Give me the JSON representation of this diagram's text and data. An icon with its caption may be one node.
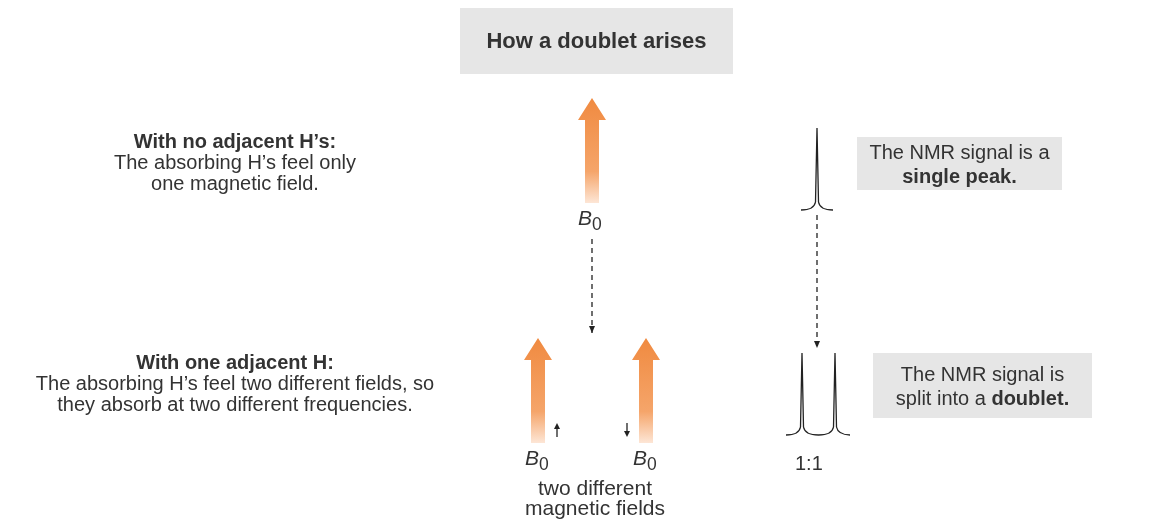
{
  "diagram": {
    "nodes": [
      {
        "text": [
          "How a doublet arises"
        ]
      },
      {
        "text": [
          "*B*$_{0}$"
        ]
      },
      {
        "text": [],
        "shape": "picture"
      },
      {
        "text": [
          "The NMR signal is a **single peak.**"
        ]
      },
      {
        "text": [
          "*B*$_{0}$",
          "*B*$_{0}$",
          "two different magnetic fields"
        ]
      },
      {
        "text": [],
        "shape": "picture",
        "beside": [
          "1:1"
        ]
      },
      {
        "text": [
          "The NMR signal is split into a **doublet.**"
        ]
      }
    ],
    "edges": [
      {
        "from": 1,
        "to": 4,
        "arrow": "to",
        "style": "dashed"
      },
      {
        "from": 2,
        "to": 5,
        "arrow": "to",
        "style": "dashed"
      }
    ],
    "labels": [
      "With no adjacent H’s:",
      "The absorbing H’s feel only one magnetic field.",
      "With one adjacent H:",
      "The absorbing H’s feel two different fields, so they absorb at two different frequencies."
    ]
  }
}
